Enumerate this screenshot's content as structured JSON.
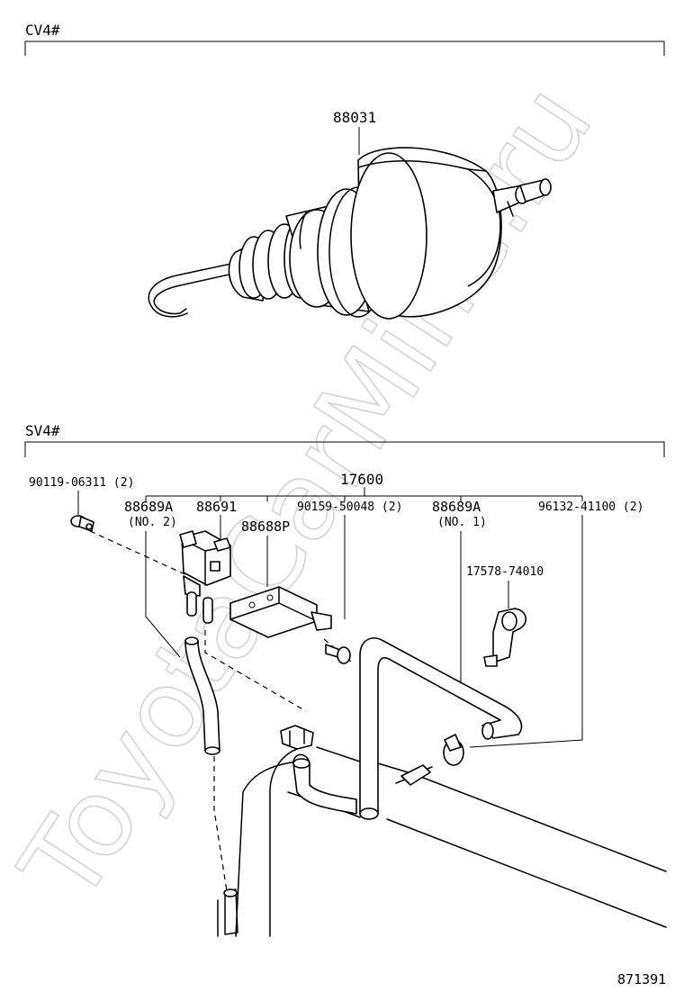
{
  "watermark": "ToyotaCarMine.ru",
  "figure_number": "871391",
  "sections": [
    {
      "code": "CV4#",
      "parts": [
        {
          "number": "88031",
          "icon": "vacuum-actuator"
        }
      ]
    },
    {
      "code": "SV4#",
      "parts": [
        {
          "number": "90119-06311 (2)",
          "icon": "bolt"
        },
        {
          "number": "17600",
          "icon": "hose-assembly"
        },
        {
          "number": "88689A",
          "note": "(NO. 2)",
          "icon": "hose"
        },
        {
          "number": "88691",
          "icon": "vsv-valve"
        },
        {
          "number": "88688P",
          "icon": "bracket"
        },
        {
          "number": "90159-50048 (2)",
          "icon": "screw"
        },
        {
          "number": "88689A",
          "note": "(NO. 1)",
          "icon": "hose"
        },
        {
          "number": "96132-41100 (2)",
          "icon": "hose-clamp"
        },
        {
          "number": "17578-74010",
          "icon": "hose-clamp-bracket"
        }
      ]
    }
  ]
}
